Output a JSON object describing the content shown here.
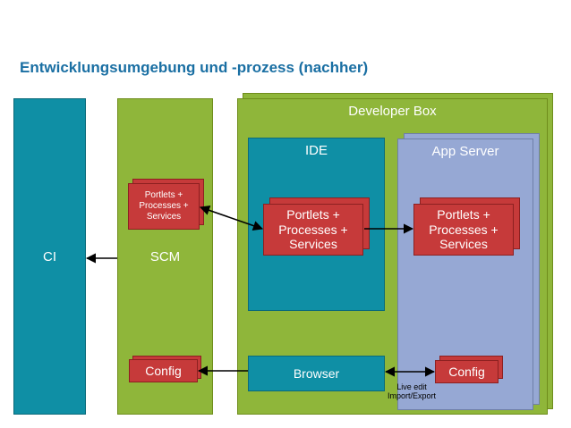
{
  "title": "Entwicklungsumgebung und -prozess (nachher)",
  "ci": {
    "label": "CI"
  },
  "scm": {
    "label": "SCM",
    "portlets": "Portlets + Processes + Services",
    "config": "Config"
  },
  "developer_box": {
    "label": "Developer Box"
  },
  "ide": {
    "label": "IDE",
    "portlets": "Portlets + Processes + Services"
  },
  "app_server": {
    "label": "App Server",
    "portlets": "Portlets + Processes + Services",
    "config": "Config"
  },
  "browser": {
    "label": "Browser"
  },
  "annotation": {
    "line1": "Live edit",
    "line2": "Import/Export"
  },
  "colors": {
    "teal": "#0f8fa5",
    "green": "#8fb63a",
    "lavender": "#96a8d4",
    "red": "#c63a3a",
    "title": "#1a6fa3"
  }
}
